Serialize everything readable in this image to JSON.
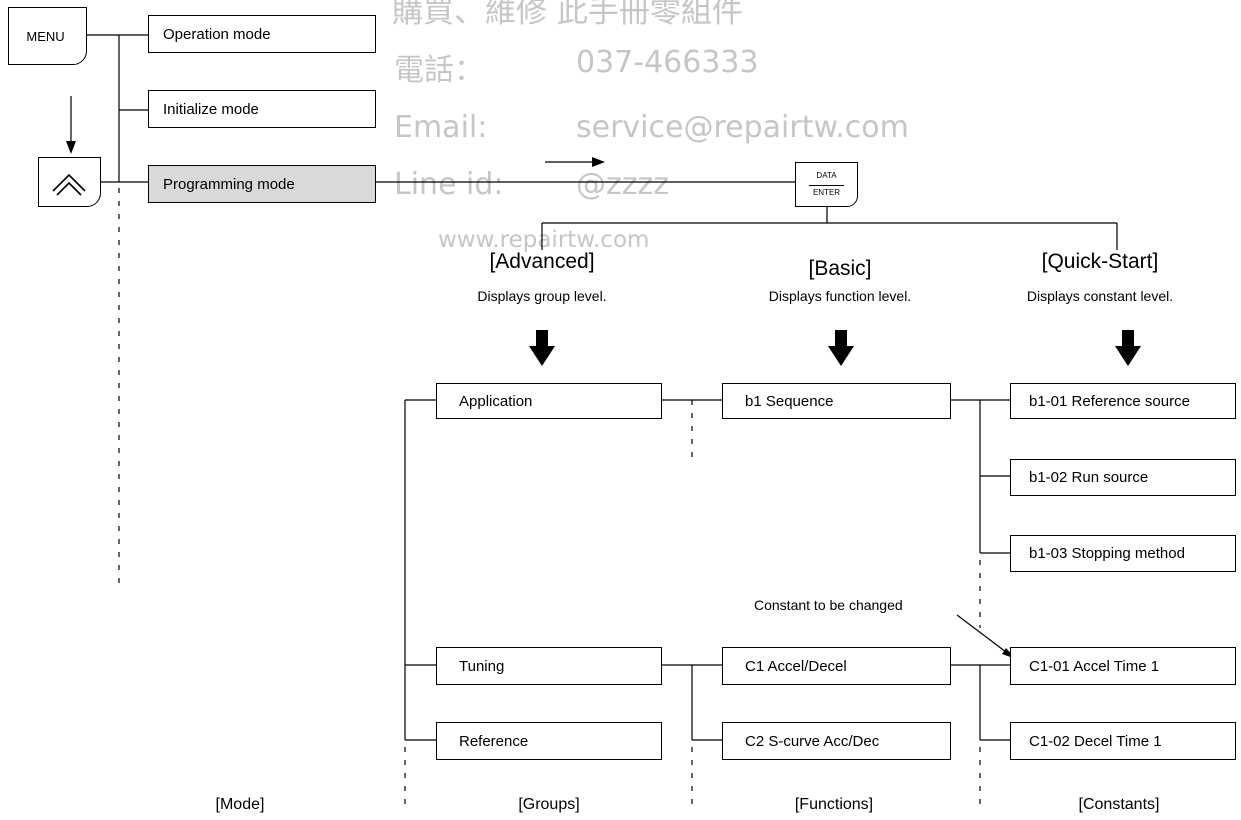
{
  "keys": {
    "menu": "MENU",
    "data_enter_top": "DATA",
    "data_enter_bottom": "ENTER"
  },
  "modes": [
    {
      "label": "Operation mode",
      "highlighted": false
    },
    {
      "label": "Initialize mode",
      "highlighted": false
    },
    {
      "label": "Programming mode",
      "highlighted": true
    }
  ],
  "access_levels": [
    {
      "heading": "[Advanced]",
      "description": "Displays group level."
    },
    {
      "heading": "[Basic]",
      "description": "Displays function level."
    },
    {
      "heading": "[Quick-Start]",
      "description": "Displays constant level."
    }
  ],
  "groups": [
    "Application",
    "Tuning",
    "Reference"
  ],
  "functions": [
    "b1 Sequence",
    "C1 Accel/Decel",
    "C2 S-curve Acc/Dec"
  ],
  "constants": [
    "b1-01 Reference source",
    "b1-02 Run source",
    "b1-03 Stopping method",
    "C1-01 Accel Time 1",
    "C1-02 Decel Time 1"
  ],
  "annotation": "Constant to be changed",
  "column_labels": [
    "[Mode]",
    "[Groups]",
    "[Functions]",
    "[Constants]"
  ],
  "watermark": {
    "line1": "購買、維修 此手冊零組件",
    "phone_label": "電話：",
    "phone": "037-466333",
    "email_label": "Email:",
    "email": "service@repairtw.com",
    "line_label": "Line id:",
    "line_id": "@zzzz",
    "website": "www.repairtw.com"
  },
  "colors": {
    "line": "#000000",
    "highlight_fill": "#d9d9d9",
    "watermark": "#c6c6c6"
  }
}
